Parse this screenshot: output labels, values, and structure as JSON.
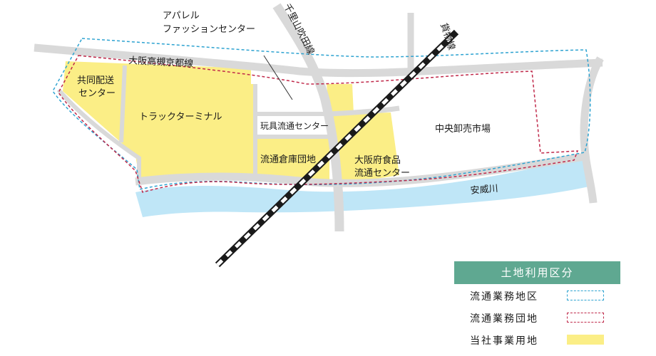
{
  "map_labels": {
    "apparel_line1": "アパレル",
    "apparel_line2": "ファッションセンター",
    "osaka_takatsuki_kyoto": "大阪高槻京都線",
    "senri_yamada": "千里山吹田線",
    "kamotsu": "貨物線",
    "kyodo_line1": "共同配送",
    "kyodo_line2": "センター",
    "truck_terminal": "トラックターミナル",
    "gangu": "玩具流通センター",
    "ryutsu_soko": "流通倉庫団地",
    "shokuhin_line1": "大阪府食品",
    "shokuhin_line2": "流通センター",
    "chuo_oroshiuri": "中央卸売市場",
    "aiga_river": "安威川"
  },
  "legend": {
    "title": "土地利用区分",
    "items": [
      {
        "label": "流通業務地区",
        "swatch": "dashed-blue",
        "color": "#2ea3d1"
      },
      {
        "label": "流通業務団地",
        "swatch": "dashed-red",
        "color": "#c0294a"
      },
      {
        "label": "当社事業用地",
        "swatch": "fill-yellow",
        "color": "#fbee86"
      }
    ]
  },
  "colors": {
    "road": "#d9d9d9",
    "river": "#bfe6f7",
    "company_land": "#fbee86",
    "railway": "#1a1a1a"
  }
}
